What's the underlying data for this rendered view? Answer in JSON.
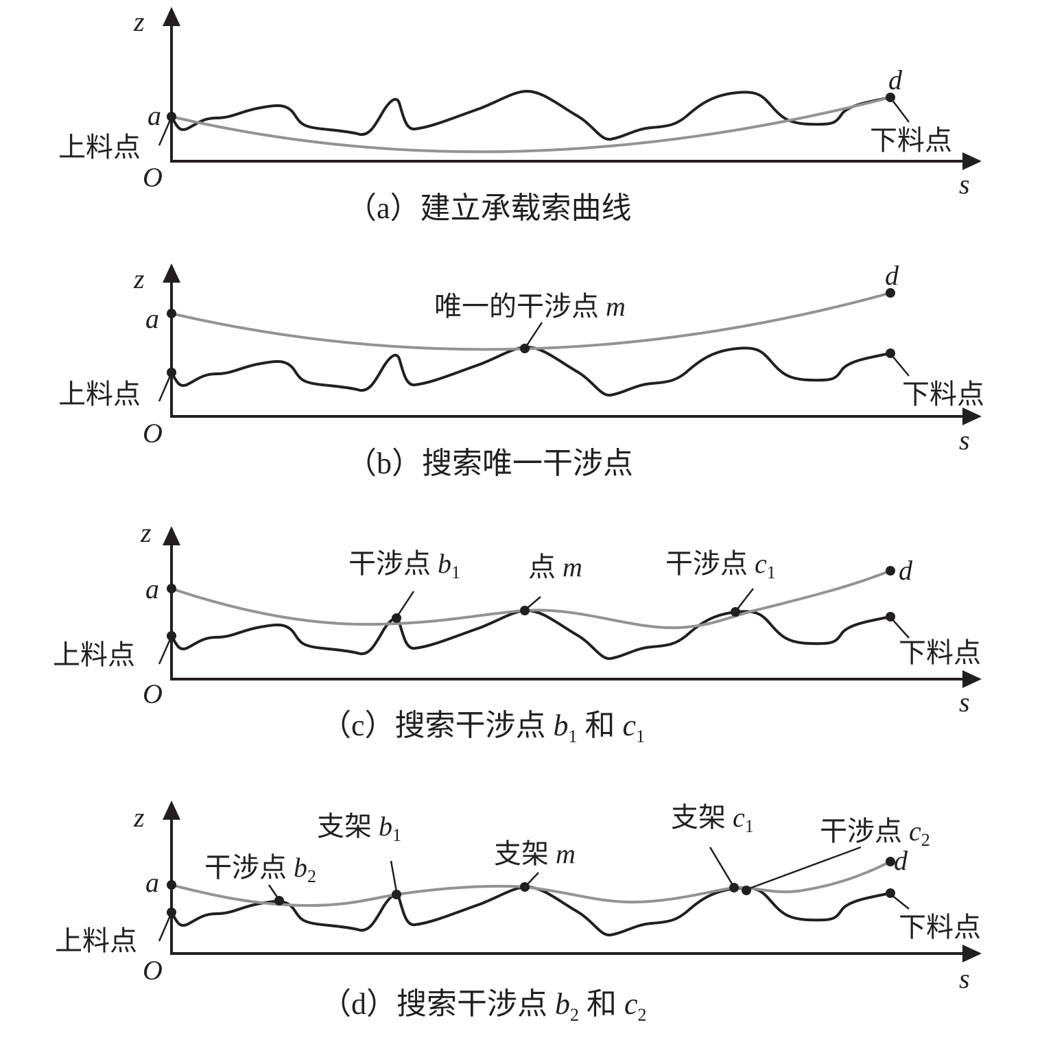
{
  "colors": {
    "terrain": "#231f20",
    "cable": "#939393"
  },
  "axis": {
    "z": "z",
    "s": "s",
    "origin": "O"
  },
  "points": {
    "a": "a",
    "d": "d",
    "loading": "上料点",
    "unloading": "下料点"
  },
  "panels": [
    {
      "caption_prefix": "（a）",
      "caption": "建立承载索曲线"
    },
    {
      "caption_prefix": "（b）",
      "caption": "搜索唯一干涉点",
      "label_m": "唯一的干涉点",
      "m": "m"
    },
    {
      "caption_prefix": "（c）",
      "caption": "搜索干涉点",
      "cap_b": "b",
      "cap_sub": "1",
      "cap_and": "和",
      "cap_c": "c",
      "label_b1": "干涉点",
      "b": "b",
      "sub1": "1",
      "label_m": "点",
      "m": "m",
      "label_c1": "干涉点",
      "c": "c"
    },
    {
      "caption_prefix": "（d）",
      "caption": "搜索干涉点",
      "cap_b": "b",
      "cap_sub": "2",
      "cap_and": "和",
      "cap_c": "c",
      "label_b2": "干涉点",
      "label_b1": "支架",
      "label_m": "支架",
      "label_c1": "支架",
      "label_c2": "干涉点",
      "b": "b",
      "c": "c",
      "m": "m",
      "sub1": "1",
      "sub2": "2"
    }
  ]
}
